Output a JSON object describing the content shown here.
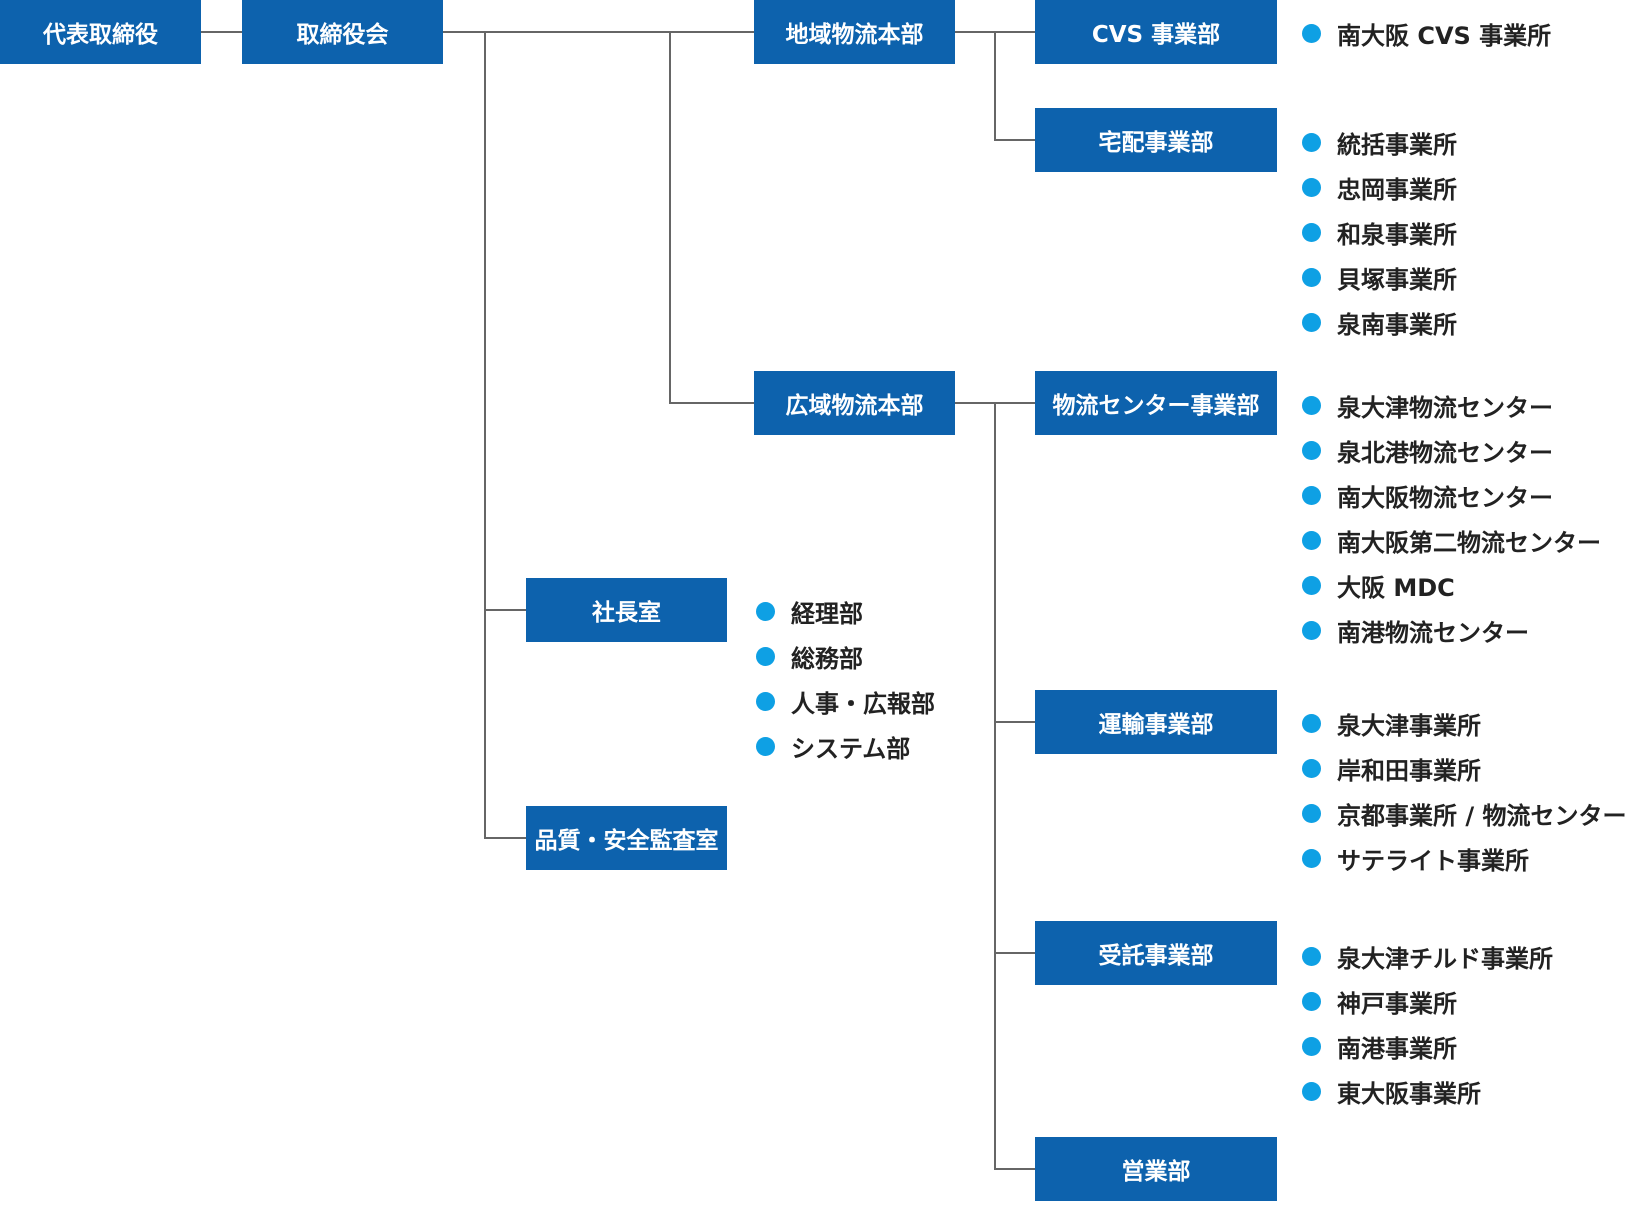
{
  "colors": {
    "box": "#0d62ad",
    "dot": "#0ea0e4",
    "line": "#666666",
    "text": "#222222"
  },
  "nodes": {
    "ceo": "代表取締役",
    "board": "取締役会",
    "regional": "地域物流本部",
    "wide": "広域物流本部",
    "president_office": "社長室",
    "quality": "品質・安全監査室",
    "cvs": "CVS 事業部",
    "delivery": "宅配事業部",
    "center": "物流センター事業部",
    "transport": "運輸事業部",
    "contract": "受託事業部",
    "sales": "営業部"
  },
  "lists": {
    "cvs": [
      "南大阪 CVS 事業所"
    ],
    "delivery": [
      "統括事業所",
      "忠岡事業所",
      "和泉事業所",
      "貝塚事業所",
      "泉南事業所"
    ],
    "center": [
      "泉大津物流センター",
      "泉北港物流センター",
      "南大阪物流センター",
      "南大阪第二物流センター",
      "大阪 MDC",
      "南港物流センター"
    ],
    "president_office": [
      "経理部",
      "総務部",
      "人事・広報部",
      "システム部"
    ],
    "transport": [
      "泉大津事業所",
      "岸和田事業所",
      "京都事業所 / 物流センター",
      "サテライト事業所"
    ],
    "contract": [
      "泉大津チルド事業所",
      "神戸事業所",
      "南港事業所",
      "東大阪事業所"
    ]
  }
}
